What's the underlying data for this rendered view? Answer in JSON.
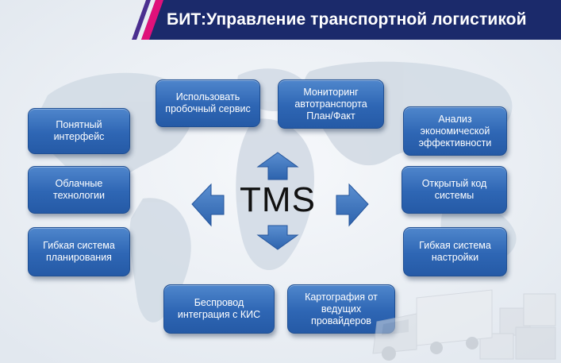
{
  "header": {
    "title": "БИТ:Управление транспортной логистикой",
    "colors": {
      "dark": "#1b2a6b",
      "accent": "#e0117a",
      "mid": "#4a2f8f"
    }
  },
  "center": {
    "label": "TMS"
  },
  "features": {
    "left": [
      {
        "label": "Понятный интерфейс"
      },
      {
        "label": "Облачные технологии"
      },
      {
        "label": "Гибкая система планирования"
      }
    ],
    "top": [
      {
        "label": "Использовать пробочный сервис"
      },
      {
        "label": "Мониторинг автотранспорта План/Факт"
      }
    ],
    "right": [
      {
        "label": "Анализ экономической эффективности"
      },
      {
        "label": "Открытый код системы"
      },
      {
        "label": "Гибкая система настройки"
      }
    ],
    "bottom": [
      {
        "label": "Беспровод интеграция с КИС"
      },
      {
        "label": "Картография от ведущих провайдеров"
      }
    ]
  },
  "colors": {
    "box": "#2e66b4",
    "arrow": "#3f77c2",
    "background": "#eef2f6"
  }
}
